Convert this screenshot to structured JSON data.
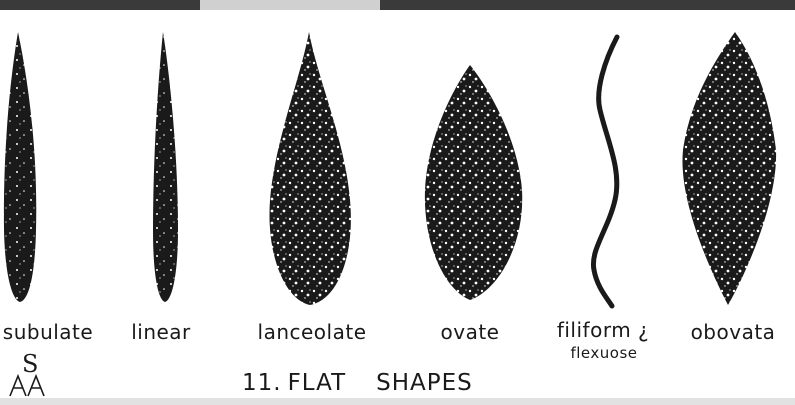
{
  "plate": {
    "number": "11.",
    "title_word1": "FLAT",
    "title_word2": "SHAPES"
  },
  "monogram": "SA",
  "shapes": [
    {
      "id": "subulate",
      "label": "subulate",
      "label2": ""
    },
    {
      "id": "linear",
      "label": "linear",
      "label2": ""
    },
    {
      "id": "lanceolate",
      "label": "lanceolate",
      "label2": ""
    },
    {
      "id": "ovate",
      "label": "ovate",
      "label2": ""
    },
    {
      "id": "filiform",
      "label": "filiform ¿",
      "label2": "flexuose"
    },
    {
      "id": "obovata",
      "label": "obovata",
      "label2": ""
    }
  ],
  "colors": {
    "ink": "#1a1a1a",
    "paper": "#ffffff",
    "speckle": "#ffffff"
  }
}
